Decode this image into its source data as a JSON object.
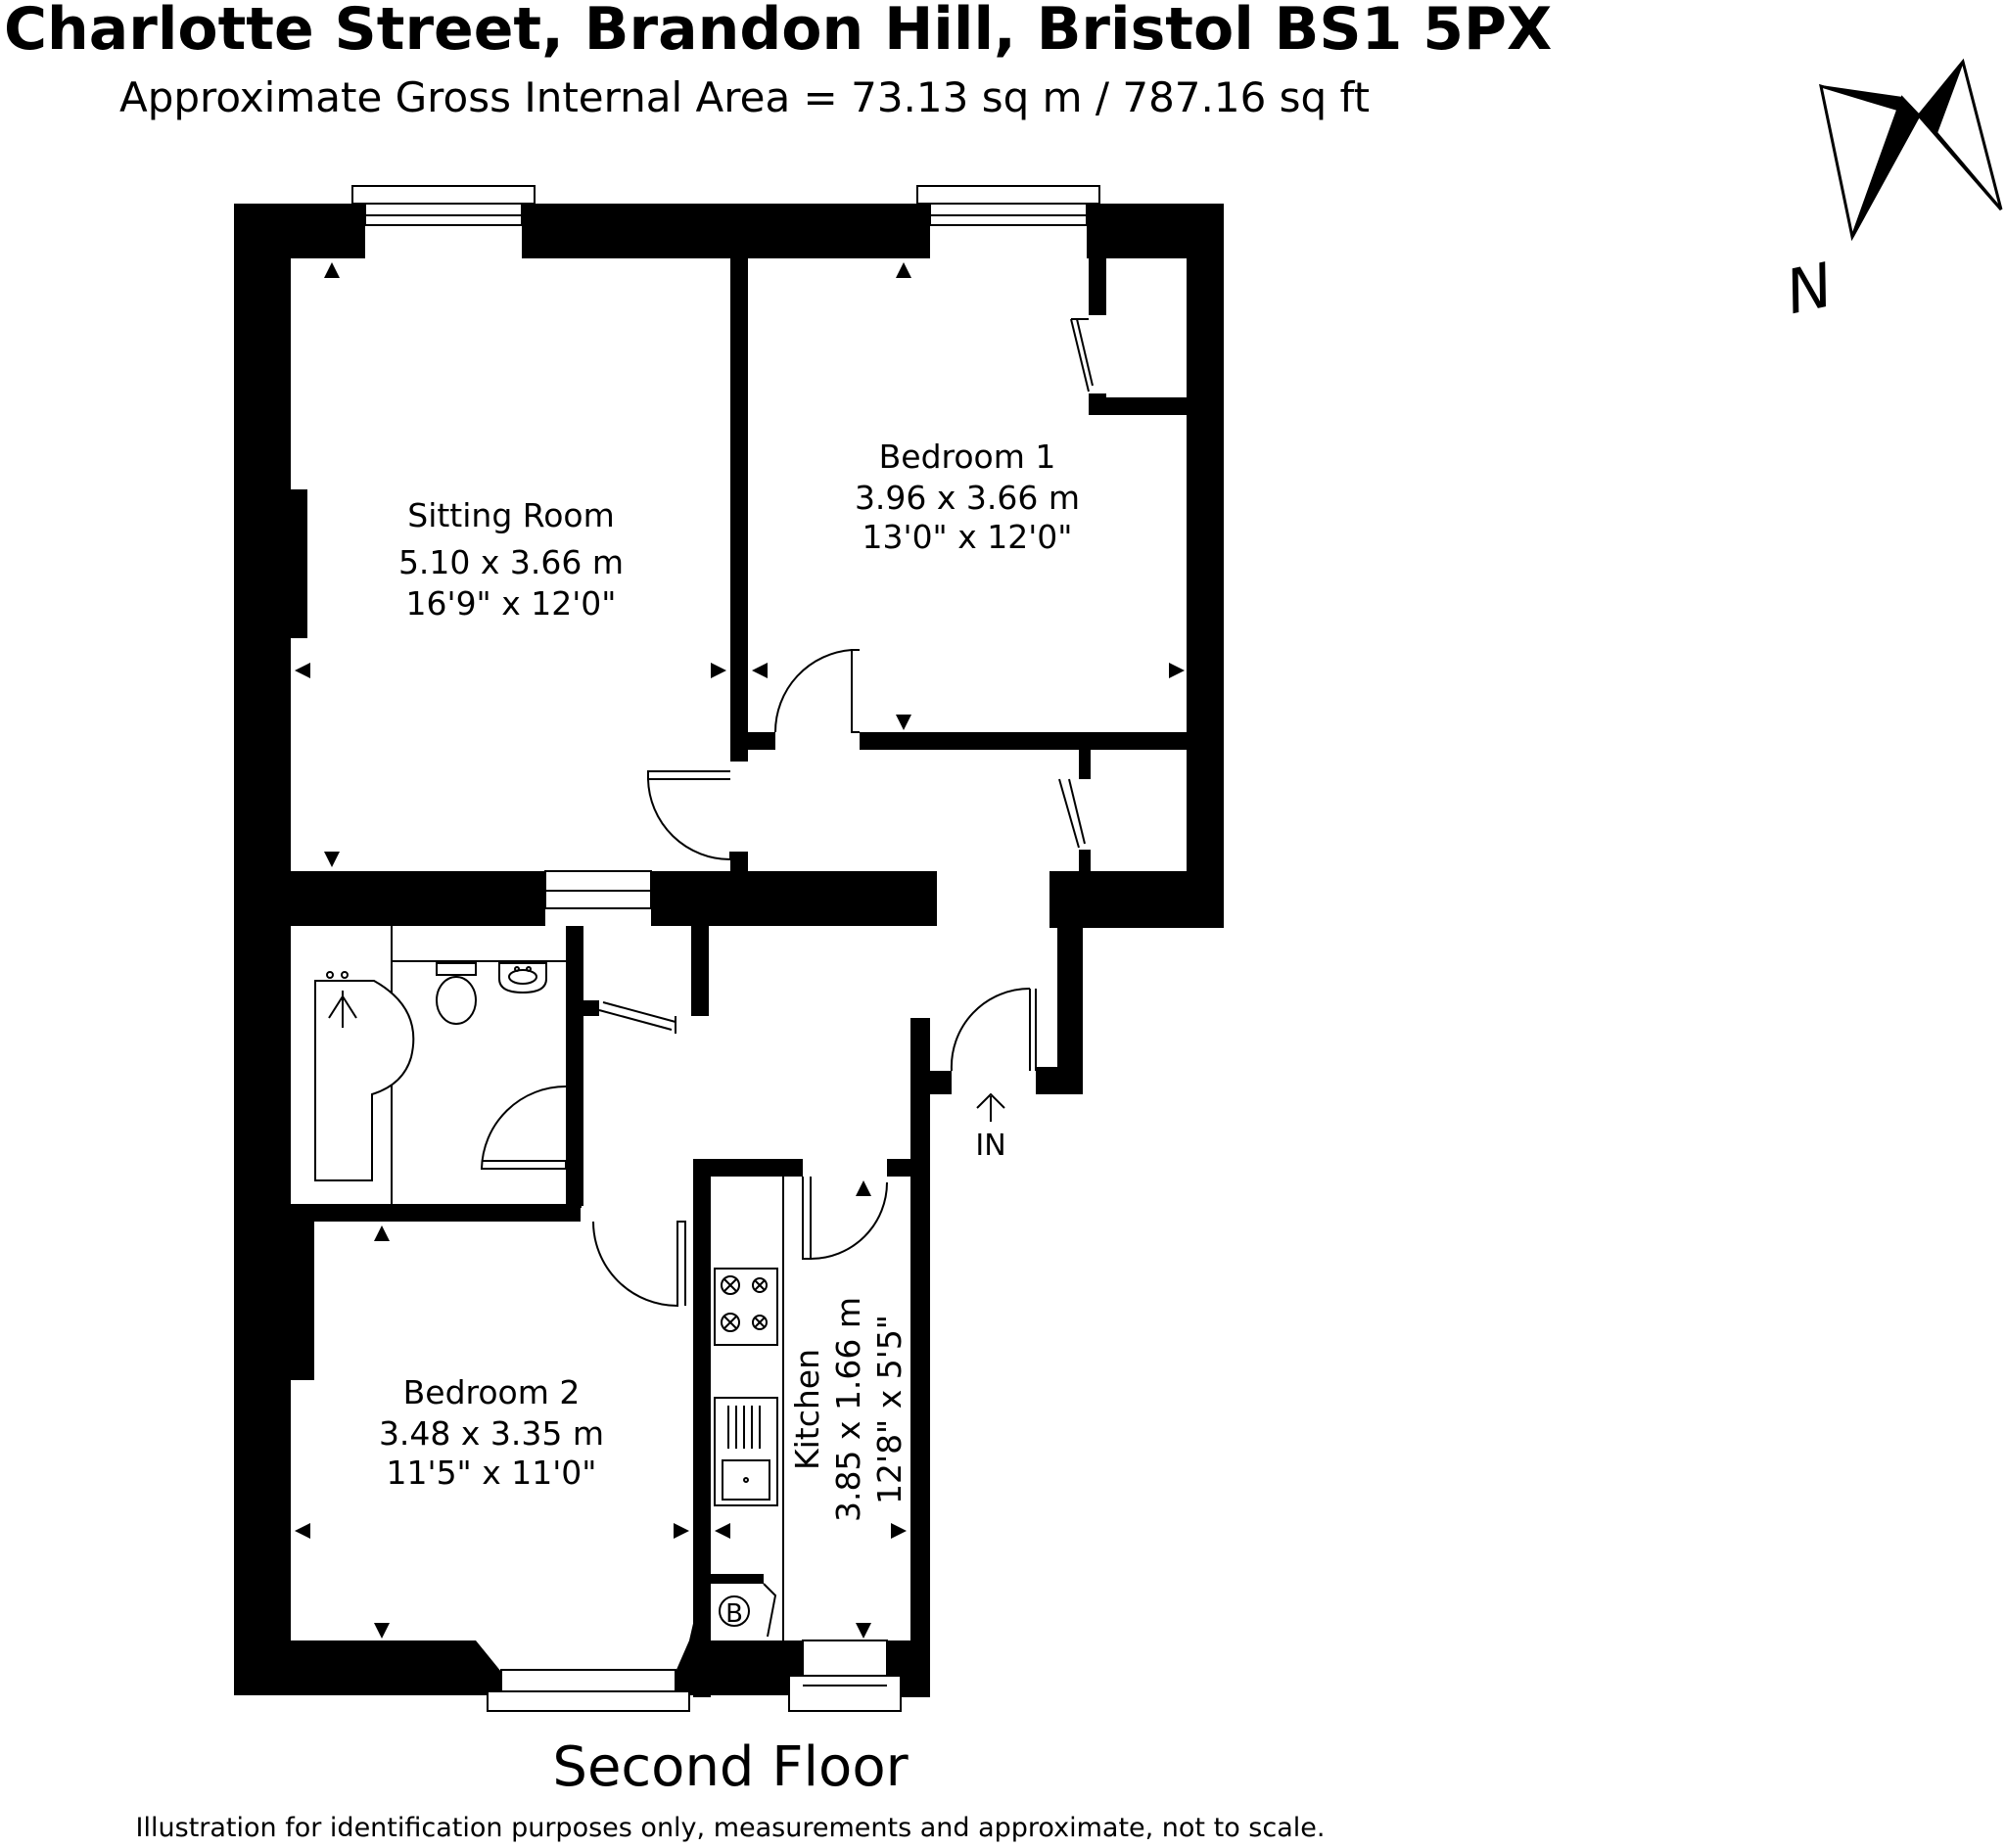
{
  "header": {
    "title": "Charlotte Street, Brandon Hill, Bristol BS1 5PX",
    "area": "Approximate Gross Internal Area = 73.13 sq m / 787.16 sq ft"
  },
  "compass": {
    "label": "N"
  },
  "rooms": {
    "sitting_room": {
      "name": "Sitting Room",
      "metric": "5.10 x 3.66 m",
      "imperial": "16'9\" x 12'0\""
    },
    "bedroom_1": {
      "name": "Bedroom 1",
      "metric": "3.96 x 3.66 m",
      "imperial": "13'0\" x 12'0\""
    },
    "bedroom_2": {
      "name": "Bedroom 2",
      "metric": "3.48 x 3.35 m",
      "imperial": "11'5\" x 11'0\""
    },
    "kitchen": {
      "name": "Kitchen",
      "metric": "3.85 x 1.66 m",
      "imperial": "12'8\" x 5'5\""
    }
  },
  "labels": {
    "entrance": "IN",
    "boiler": "B"
  },
  "footer": {
    "floor": "Second Floor",
    "disclaimer": "Illustration for identification purposes only, measurements and approximate, not to scale."
  }
}
